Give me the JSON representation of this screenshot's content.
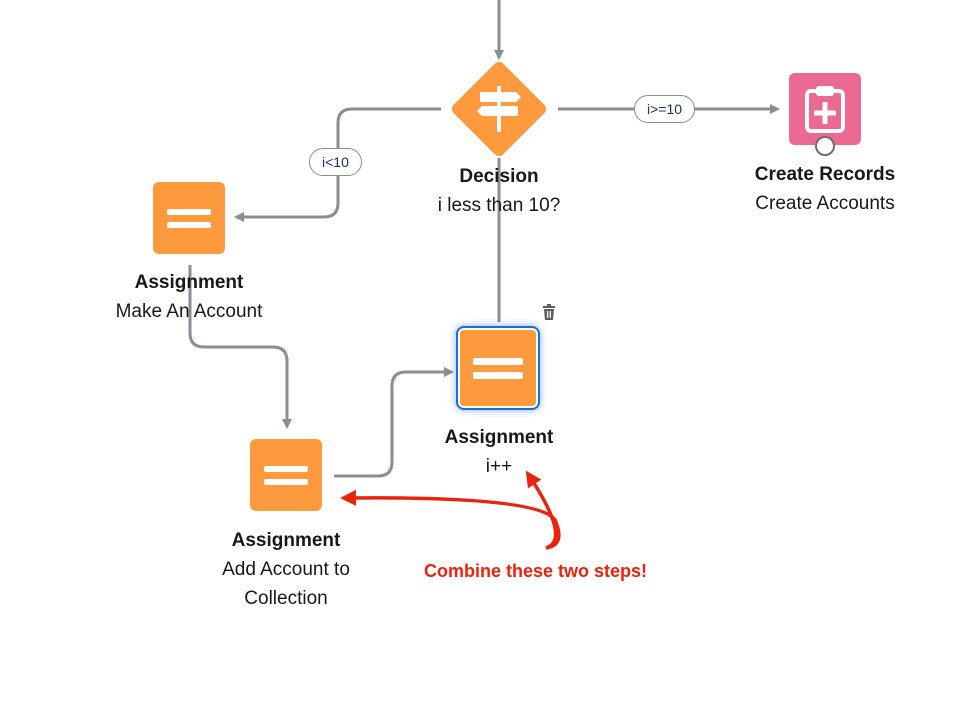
{
  "colors": {
    "assignment": "#fd9a3e",
    "decision": "#fd9a3e",
    "create_records": "#ec6a92",
    "connector": "#8a8d92",
    "selection": "#1b6fd8",
    "annotation": "#e8240f"
  },
  "nodes": {
    "decision": {
      "type": "Decision",
      "label": "i less than 10?",
      "icon": "signpost-icon"
    },
    "create_records": {
      "type": "Create Records",
      "label": "Create Accounts",
      "icon": "clipboard-plus-icon"
    },
    "assign_make": {
      "type": "Assignment",
      "label": "Make An Account",
      "icon": "equals-icon"
    },
    "assign_add": {
      "type": "Assignment",
      "label_line1": "Add Account to",
      "label_line2": "Collection",
      "icon": "equals-icon"
    },
    "assign_incr": {
      "type": "Assignment",
      "label": "i++",
      "icon": "equals-icon",
      "selected": true
    }
  },
  "connectors": {
    "lt": {
      "label": "i<10"
    },
    "ge": {
      "label": "i>=10"
    }
  },
  "annotation": {
    "text": "Combine these two steps!"
  }
}
